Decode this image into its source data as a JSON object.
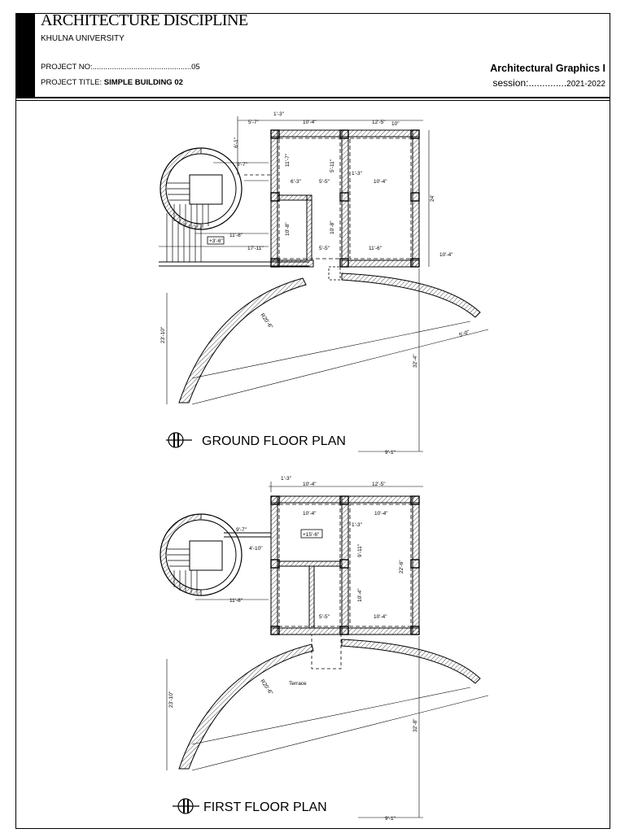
{
  "title_block": {
    "discipline": "ARCHITECTURE DISCIPLINE",
    "university": "KHULNA UNIVERSITY",
    "project_no_label": "PROJECT NO:..............................................",
    "project_no_value": "05",
    "project_title_label": "PROJECT TITLE:",
    "project_title_value": "SIMPLE BUILDING 02",
    "course": "Architectural Graphics I",
    "session_label": "session:..............",
    "session_value": "2021-2022"
  },
  "ground_floor": {
    "title": "GROUND FLOOR PLAN",
    "dims": {
      "d1": "1'-3\"",
      "d2": "5'-7\"",
      "d3": "10'-4\"",
      "d4": "12'-5\"",
      "d5": "10\"",
      "d6": "6'-1\"",
      "d7": "9'-7\"",
      "d8": "11'-7\"",
      "d9": "6'-3\"",
      "d10": "5'-5\"",
      "d11": "10'-4\"",
      "d12": "24'",
      "d13": "11'-8\"",
      "d14": "17'-11\"",
      "d15": "5'-5\"",
      "d16": "11'-6\"",
      "d17": "10'-4\"",
      "d18": "23'-10\"",
      "d19": "32'-4\"",
      "d20": "9'-1\"",
      "d21": "5'-0\"",
      "d22": "1'-3\"",
      "d23": "5'-11\"",
      "d24": "10'-8\"",
      "d25": "10'-8\""
    },
    "level": "+3'-6\"",
    "radius": "R20'-6\""
  },
  "first_floor": {
    "title": "FIRST FLOOR PLAN",
    "dims": {
      "d1": "1'-3\"",
      "d2": "10'-4\"",
      "d3": "12'-5\"",
      "d4": "10'-4\"",
      "d5": "10'-4\"",
      "d6": "9'-7\"",
      "d7": "4'-10\"",
      "d8": "1'-3\"",
      "d9": "9'-11\"",
      "d10": "22'-6\"",
      "d11": "11'-8\"",
      "d12": "5'-5\"",
      "d13": "10'-4\"",
      "d14": "23'-10\"",
      "d15": "32'-8\"",
      "d16": "9'-1\"",
      "d17": "10'-4\""
    },
    "level": "+15'-6\"",
    "terrace": "Terrace",
    "radius": "R20'-6\""
  }
}
